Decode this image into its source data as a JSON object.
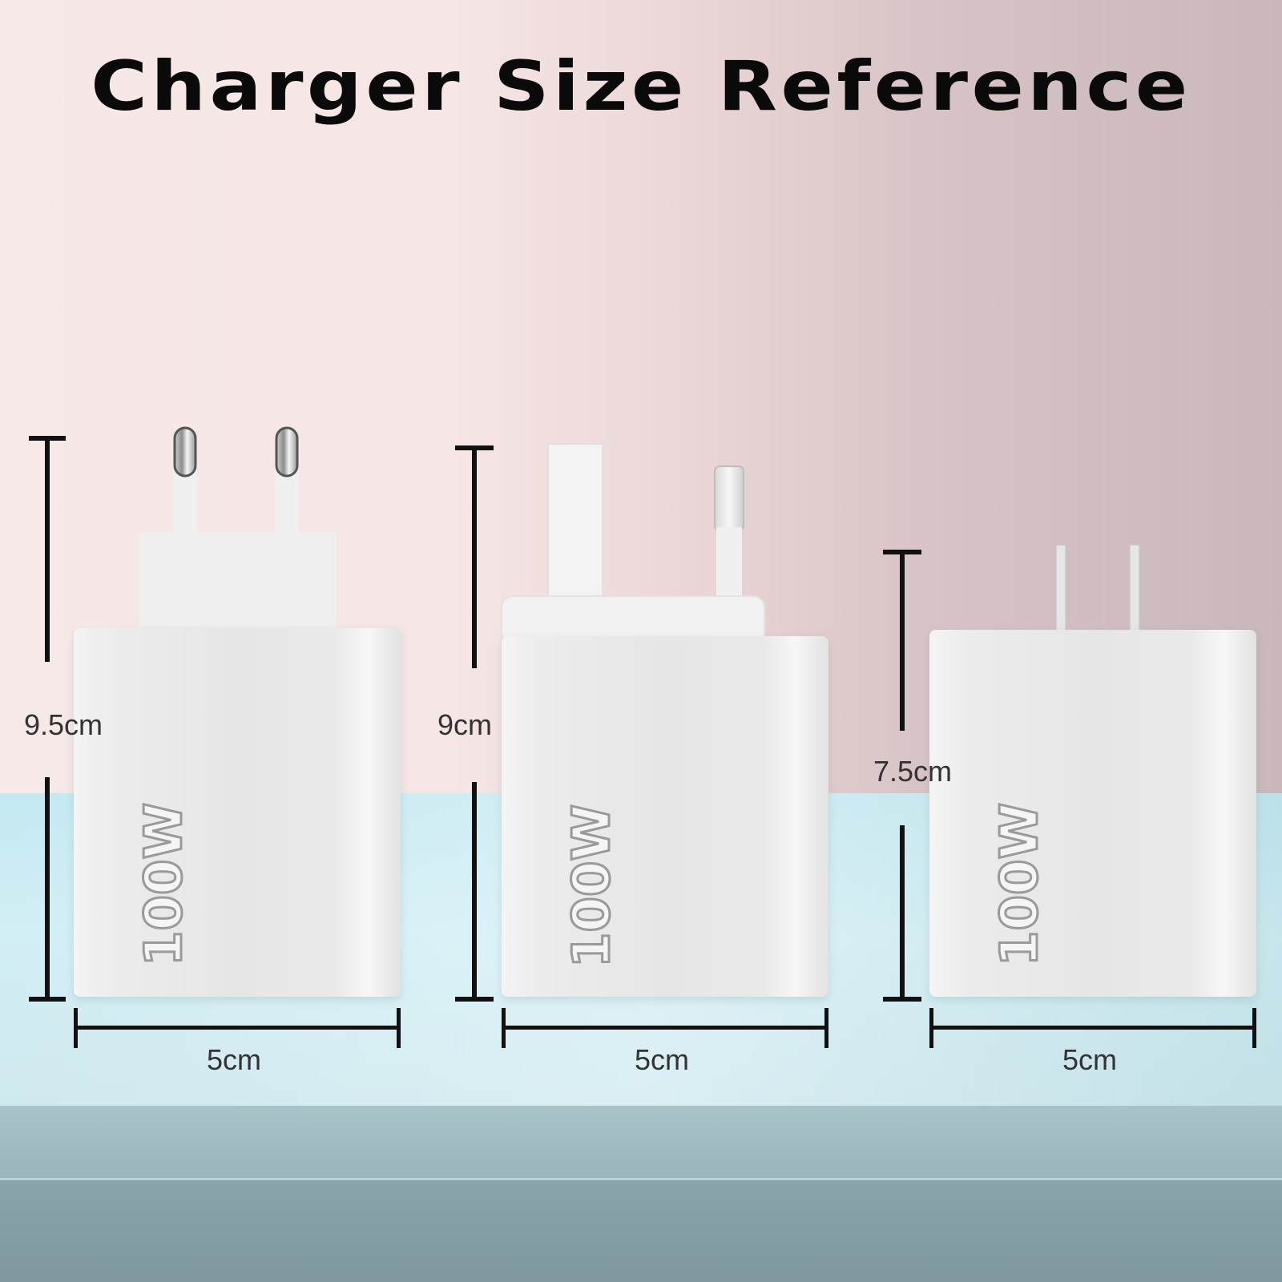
{
  "title": "Charger Size Reference",
  "chargers": [
    {
      "plug": "EU",
      "height_label": "9.5cm",
      "width_label": "5cm",
      "power_label": "100W"
    },
    {
      "plug": "UK",
      "height_label": "9cm",
      "width_label": "5cm",
      "power_label": "100W"
    },
    {
      "plug": "US",
      "height_label": "7.5cm",
      "width_label": "5cm",
      "power_label": "100W"
    }
  ],
  "colors": {
    "wall": "#f6e6e5",
    "table": "#cfecf3",
    "charger": "#e8e8e8",
    "dimension_lines": "#111111"
  }
}
